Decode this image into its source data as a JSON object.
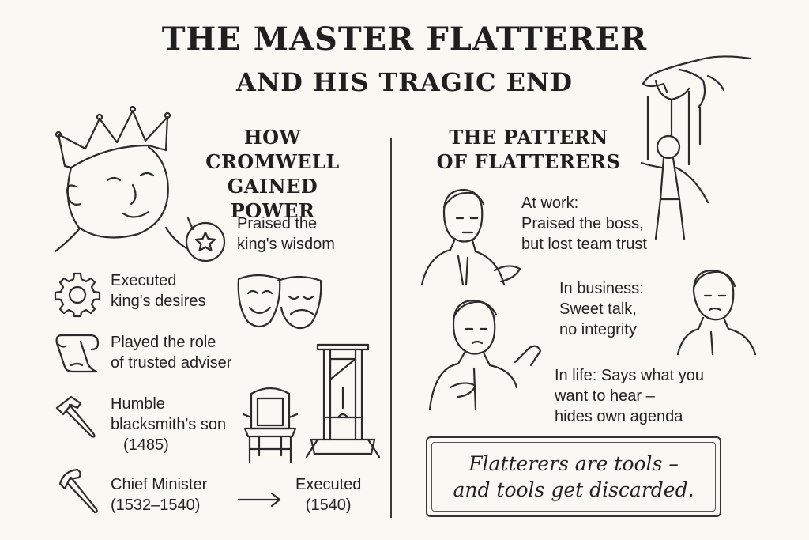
{
  "title": {
    "line1": "THE MASTER FLATTERER",
    "line2": "AND HIS TRAGIC END"
  },
  "left": {
    "heading": [
      "HOW",
      "CROMWELL",
      "GAINED POWER"
    ],
    "items": [
      {
        "icon": "star-speech-bubble-icon",
        "lines": [
          "Praised the",
          "king's wisdom"
        ]
      },
      {
        "icon": "gear-icon",
        "lines": [
          "Executed",
          "king's desires"
        ]
      },
      {
        "icon": "scroll-icon",
        "lines": [
          "Played the role",
          "of trusted adviser"
        ]
      },
      {
        "icon": "hammer-icon",
        "lines": [
          "Humble",
          "blacksmith's son",
          "(1485)"
        ]
      },
      {
        "icon": "hammer-icon",
        "lines": [
          "Chief Minister",
          "(1532–1540)"
        ]
      }
    ],
    "executed": [
      "Executed",
      "(1540)"
    ]
  },
  "right": {
    "heading": [
      "THE PATTERN",
      "OF FLATTERERS"
    ],
    "examples": [
      {
        "lines": [
          "At work:",
          "Praised the boss,",
          "but lost team trust"
        ]
      },
      {
        "lines": [
          "In business:",
          "Sweet talk,",
          "no integrity"
        ]
      },
      {
        "lines": [
          "In life: Says what you",
          "want to hear –",
          "hides own agenda"
        ]
      }
    ]
  },
  "quote": {
    "line1": "Flatterers are tools –",
    "line2": "and tools get discarded."
  }
}
